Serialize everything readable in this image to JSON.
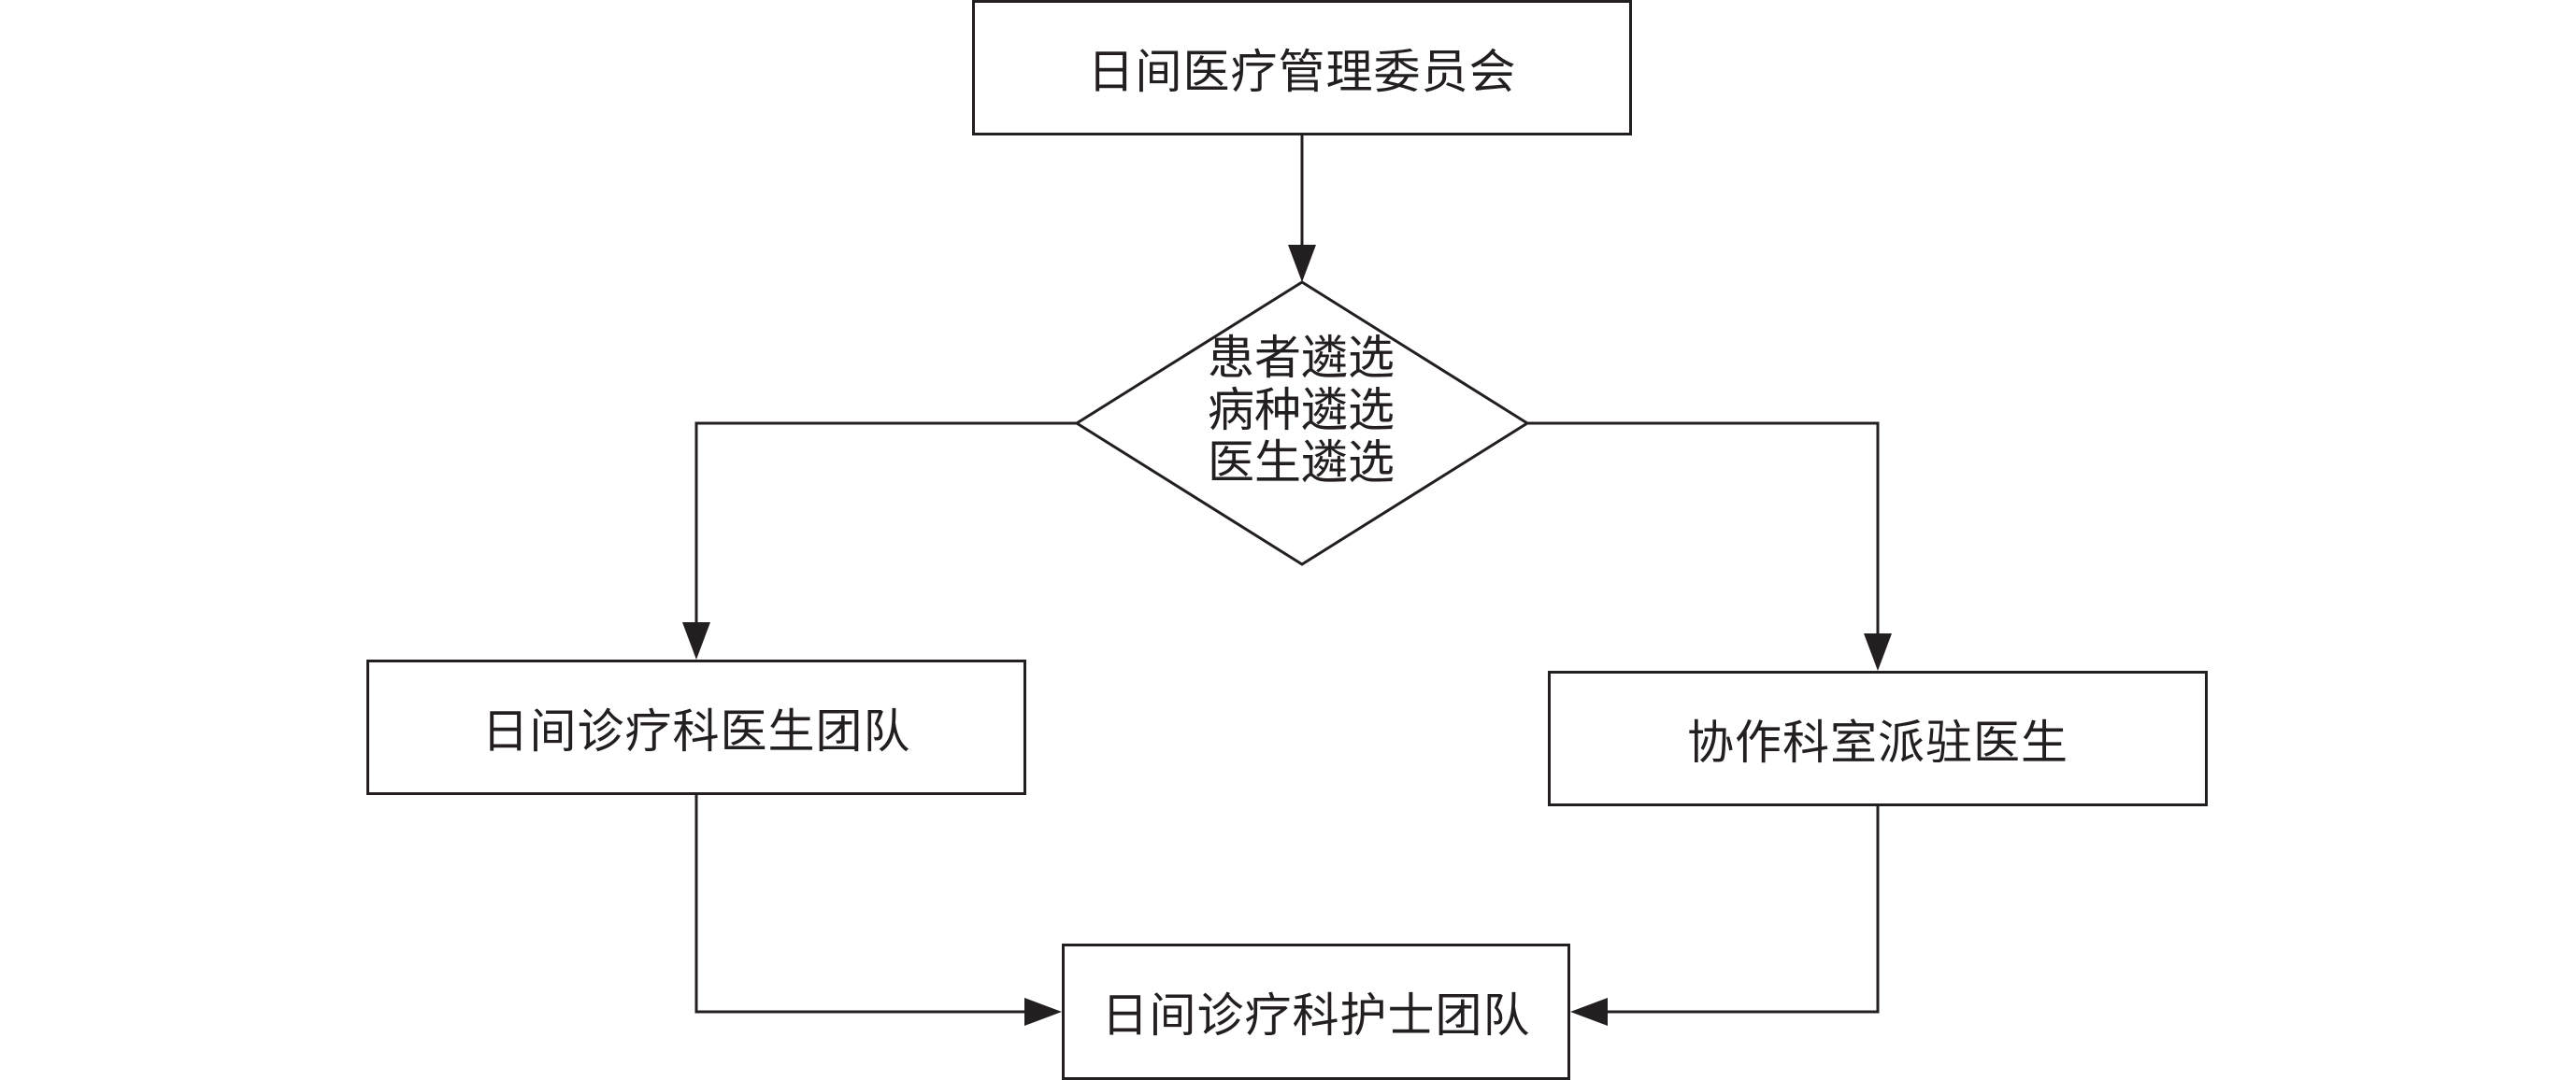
{
  "diagram": {
    "top": "日间医疗管理委员会",
    "decision": {
      "line1": "患者遴选",
      "line2": "病种遴选",
      "line3": "医生遴选"
    },
    "left": "日间诊疗科医生团队",
    "right": "协作科室派驻医生",
    "bottom": "日间诊疗科护士团队"
  }
}
